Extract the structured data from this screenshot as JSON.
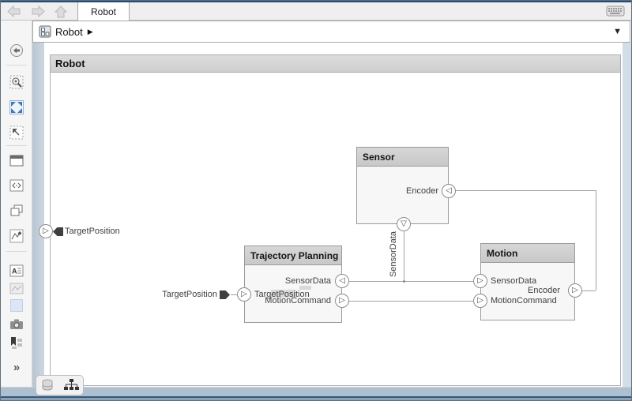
{
  "window": {
    "tab_label": "Robot",
    "toolbar_icons": [
      "back-arrow",
      "forward-arrow",
      "up-arrow",
      "keyboard"
    ]
  },
  "breadcrumb": {
    "model_label": "Robot",
    "expand_icon": "▶",
    "dropdown_icon": "▼"
  },
  "palette": {
    "icons": [
      "navigate-back",
      "zoom-to-region",
      "fit-to-view",
      "zoom-to-selection",
      "open-window",
      "code-view",
      "copy-view",
      "signal-lines",
      "annotation",
      "image",
      "area",
      "screenshot",
      "viewmarks"
    ],
    "more_label": "»"
  },
  "diagram": {
    "frame_title": "Robot",
    "boundary_port_label": "TargetPosition",
    "source_port_label": "TargetPosition",
    "connector_label": "SensorData",
    "components": [
      {
        "name": "Sensor",
        "ports": [
          {
            "label": "Encoder",
            "side": "right",
            "dir": "in"
          },
          {
            "label": "",
            "side": "bottom",
            "dir": "out"
          }
        ]
      },
      {
        "name": "Trajectory Planning",
        "ports": [
          {
            "label": "TargetPosition",
            "side": "left",
            "dir": "in"
          },
          {
            "label": "SensorData",
            "side": "right",
            "dir": "in"
          },
          {
            "label": "MotionCommand",
            "side": "right",
            "dir": "out"
          }
        ]
      },
      {
        "name": "Motion",
        "ports": [
          {
            "label": "SensorData",
            "side": "left",
            "dir": "in"
          },
          {
            "label": "MotionCommand",
            "side": "left",
            "dir": "in"
          },
          {
            "label": "Encoder",
            "side": "right",
            "dir": "out"
          }
        ]
      }
    ]
  },
  "statusbar": {
    "icons": [
      "data-dictionary",
      "model-hierarchy"
    ]
  },
  "colors": {
    "accent_blue": "#3b78c0",
    "gutter": "#c8d3de",
    "band": "#aebfd0",
    "navy": "#214d74"
  }
}
